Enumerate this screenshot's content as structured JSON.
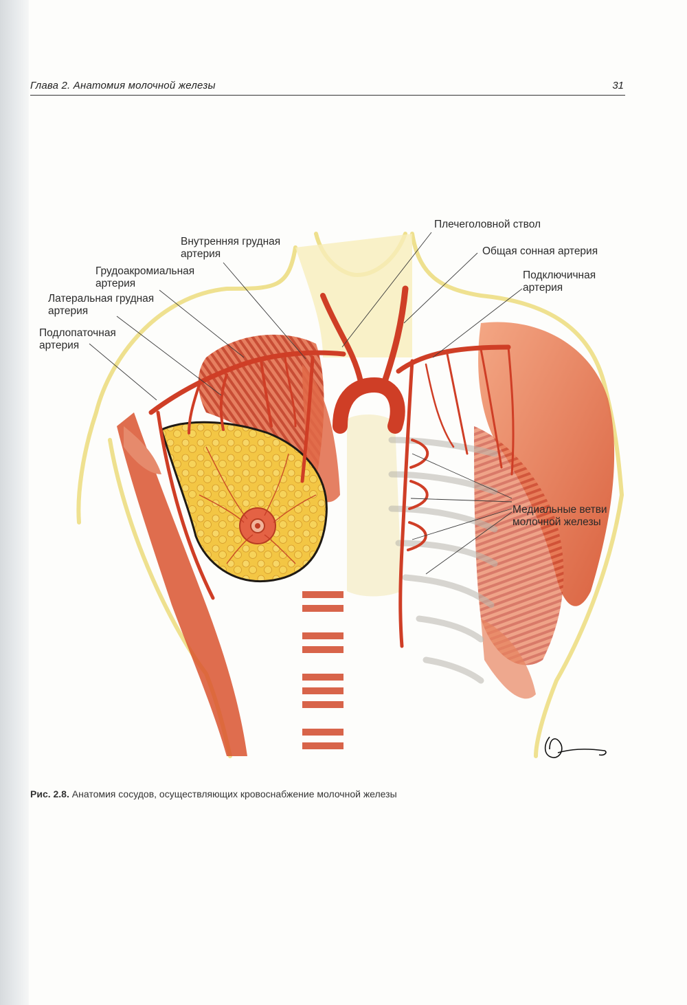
{
  "header": {
    "running_title": "Глава 2. Анатомия молочной железы",
    "page_number": "31"
  },
  "figure": {
    "labels": {
      "brachiocephalic": "Плечеголовной ствол",
      "internal_thoracic_1": "Внутренняя грудная",
      "internal_thoracic_2": "артерия",
      "common_carotid": "Общая сонная артерия",
      "thoracoacromial_1": "Грудоакромиальная",
      "thoracoacromial_2": "артерия",
      "subclavian_1": "Подключичная",
      "subclavian_2": "артерия",
      "lateral_thoracic_1": "Латеральная грудная",
      "lateral_thoracic_2": "артерия",
      "subscapular_1": "Подлопаточная",
      "subscapular_2": "артерия",
      "medial_branches_1": "Медиальные ветви",
      "medial_branches_2": "молочной железы"
    }
  },
  "caption": {
    "number": "Рис. 2.8.",
    "text": "Анатомия сосудов, осуществляющих кровоснабжение молочной железы"
  },
  "colors": {
    "artery": "#d0432a",
    "muscle": "#c9452d",
    "gland": "#f2c23a",
    "skin_outline": "#efe08a",
    "ribs": "#b9b6ad"
  }
}
